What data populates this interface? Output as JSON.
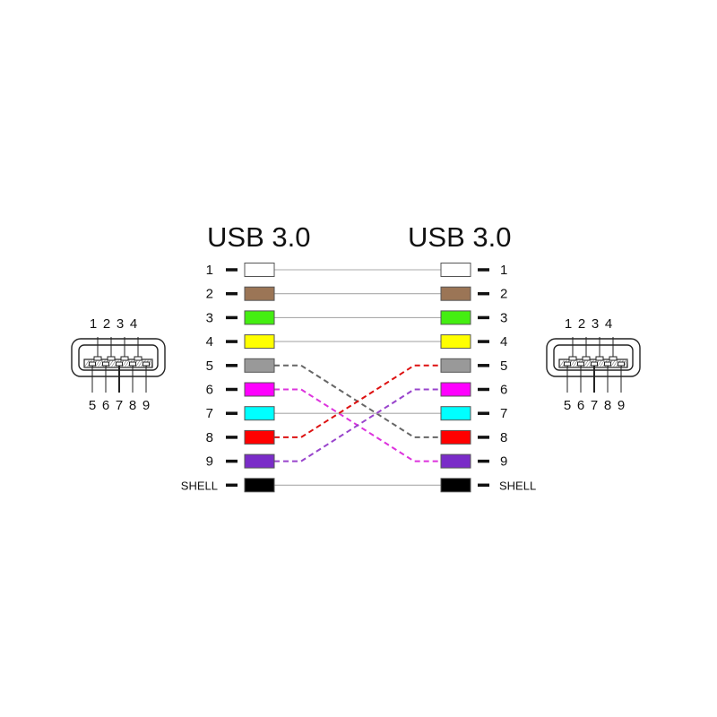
{
  "diagram": {
    "left_title": "USB 3.0",
    "right_title": "USB 3.0",
    "pins": [
      {
        "label": "1",
        "color": "#ffffff",
        "wire_to": "1",
        "wire_color": "#aaaaaa",
        "dashed": false
      },
      {
        "label": "2",
        "color": "#9b7556",
        "wire_to": "2",
        "wire_color": "#aaaaaa",
        "dashed": false
      },
      {
        "label": "3",
        "color": "#44ee11",
        "wire_to": "3",
        "wire_color": "#aaaaaa",
        "dashed": false
      },
      {
        "label": "4",
        "color": "#ffff00",
        "wire_to": "4",
        "wire_color": "#aaaaaa",
        "dashed": false
      },
      {
        "label": "5",
        "color": "#999999",
        "wire_to": "8",
        "wire_color": "#666666",
        "dashed": true
      },
      {
        "label": "6",
        "color": "#ff00ff",
        "wire_to": "9",
        "wire_color": "#dd33dd",
        "dashed": true
      },
      {
        "label": "7",
        "color": "#00ffff",
        "wire_to": "7",
        "wire_color": "#aaaaaa",
        "dashed": false
      },
      {
        "label": "8",
        "color": "#ff0000",
        "wire_to": "5",
        "wire_color": "#dd1111",
        "dashed": true
      },
      {
        "label": "9",
        "color": "#7a2cc8",
        "wire_to": "6",
        "wire_color": "#9944cc",
        "dashed": true
      },
      {
        "label": "SHELL",
        "color": "#000000",
        "wire_to": "SHELL",
        "wire_color": "#aaaaaa",
        "dashed": false
      }
    ],
    "left_connector": {
      "top_numbers": [
        "1",
        "2",
        "3",
        "4"
      ],
      "bottom_numbers": [
        "5",
        "6",
        "7",
        "8",
        "9"
      ]
    },
    "right_connector": {
      "top_numbers": [
        "1",
        "2",
        "3",
        "4"
      ],
      "bottom_numbers": [
        "5",
        "6",
        "7",
        "8",
        "9"
      ]
    }
  }
}
